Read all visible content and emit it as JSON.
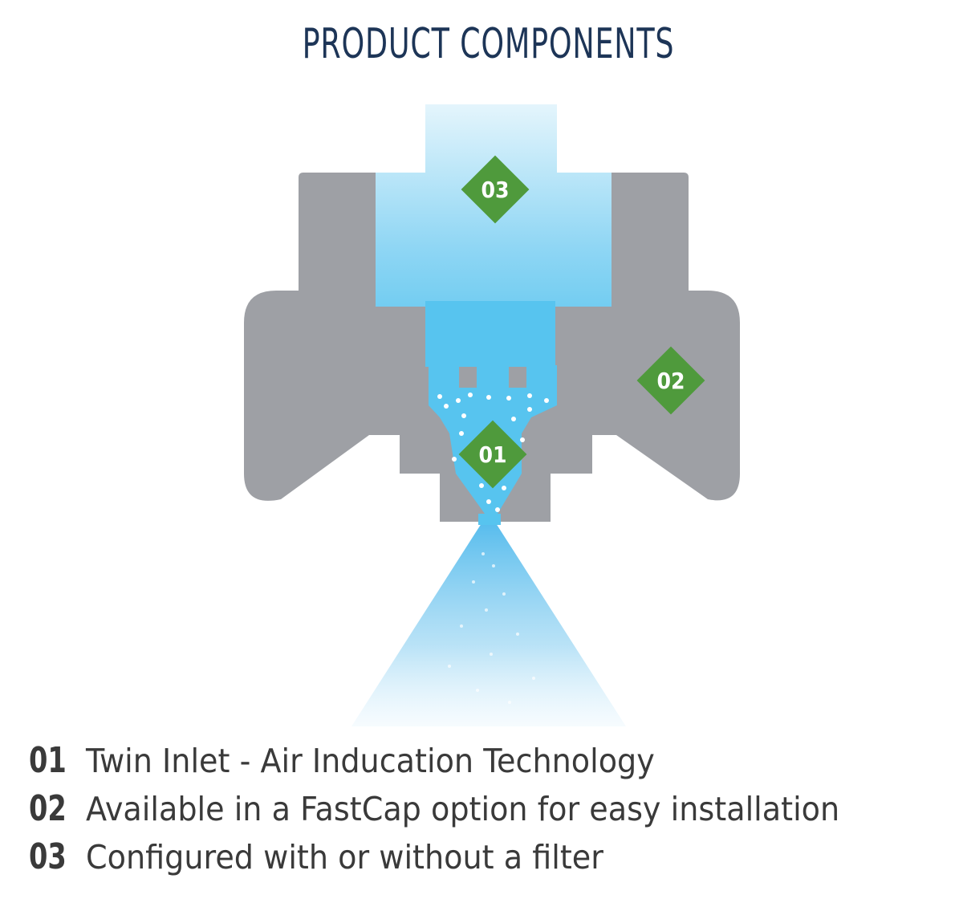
{
  "title": "PRODUCT COMPONENTS",
  "colors": {
    "title": "#1d3557",
    "body_gray": "#9ea0a5",
    "fluid_blue": "#57c4ef",
    "badge_green": "#4f9a3c",
    "legend_text": "#3a3a3a"
  },
  "diagram": {
    "badges": [
      {
        "id": "01",
        "label": "01"
      },
      {
        "id": "02",
        "label": "02"
      },
      {
        "id": "03",
        "label": "03"
      }
    ]
  },
  "legend": [
    {
      "number": "01",
      "text": "Twin Inlet - Air Inducation Technology"
    },
    {
      "number": "02",
      "text": "Available in a FastCap option for easy installation"
    },
    {
      "number": "03",
      "text": "Configured with or without a filter"
    }
  ]
}
